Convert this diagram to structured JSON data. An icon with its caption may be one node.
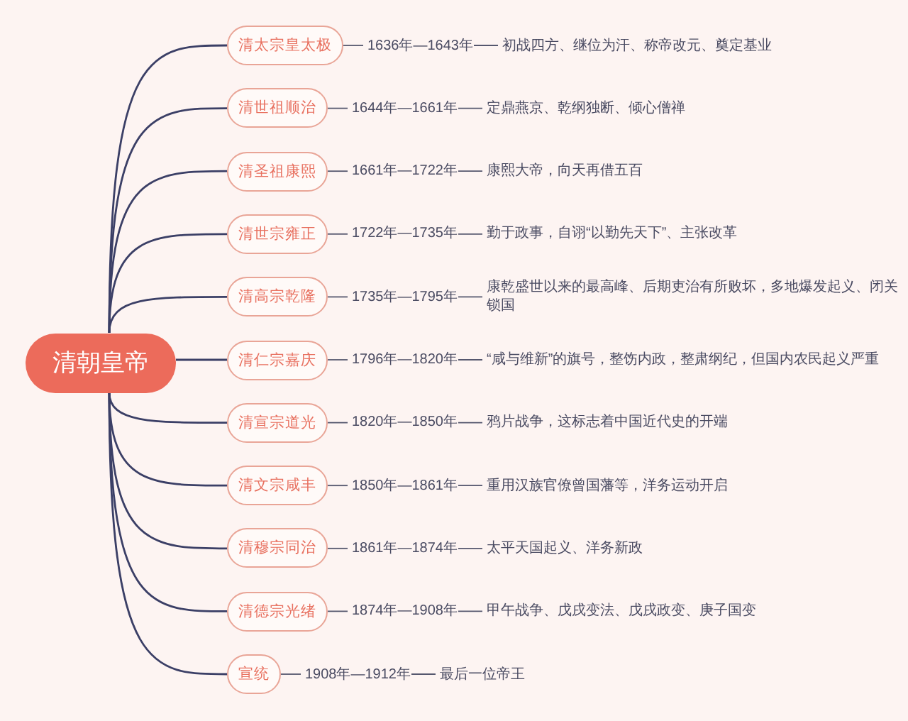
{
  "diagram": {
    "nodes": [
      {
        "text": [
          "清朝皇帝"
        ]
      },
      {
        "text": [
          "清太宗皇太极"
        ]
      },
      {
        "text": [
          "1636年—1643年"
        ]
      },
      {
        "text": [
          "初战四方、继位为汗、称帝改元、奠定基业"
        ]
      },
      {
        "text": [
          "清世祖顺治"
        ]
      },
      {
        "text": [
          "1644年—1661年"
        ]
      },
      {
        "text": [
          "定鼎燕京、乾纲独断、倾心僧禅"
        ]
      },
      {
        "text": [
          "清圣祖康熙"
        ]
      },
      {
        "text": [
          "1661年—1722年"
        ]
      },
      {
        "text": [
          "康熙大帝，向天再借五百"
        ]
      },
      {
        "text": [
          "清世宗雍正"
        ]
      },
      {
        "text": [
          "1722年—1735年"
        ]
      },
      {
        "text": [
          "勤于政事，自诩“以勤先天下”、主张改革"
        ]
      },
      {
        "text": [
          "清高宗乾隆"
        ]
      },
      {
        "text": [
          "1735年—1795年"
        ]
      },
      {
        "text": [
          "康乾盛世以来的最高峰、后期吏治有所败坏，多地爆发起义、闭关锁国"
        ]
      },
      {
        "text": [
          "清仁宗嘉庆"
        ]
      },
      {
        "text": [
          "1796年—1820年"
        ]
      },
      {
        "text": [
          "“咸与维新”的旗号，整饬内政，整肃纲纪，但国内农民起义严重"
        ]
      },
      {
        "text": [
          "清宣宗道光"
        ]
      },
      {
        "text": [
          "1820年—1850年"
        ]
      },
      {
        "text": [
          "鸦片战争，这标志着中国近代史的开端"
        ]
      },
      {
        "text": [
          "清文宗咸丰"
        ]
      },
      {
        "text": [
          "1850年—1861年"
        ]
      },
      {
        "text": [
          "重用汉族官僚曾国藩等，洋务运动开启"
        ]
      },
      {
        "text": [
          "清穆宗同治"
        ]
      },
      {
        "text": [
          "1861年—1874年"
        ]
      },
      {
        "text": [
          "太平天国起义、洋务新政"
        ]
      },
      {
        "text": [
          "清德宗光绪"
        ]
      },
      {
        "text": [
          "1874年—1908年"
        ]
      },
      {
        "text": [
          "甲午战争、戊戌变法、戊戌政变、庚子国变"
        ]
      },
      {
        "text": [
          "宣统"
        ]
      },
      {
        "text": [
          "1908年—1912年"
        ]
      },
      {
        "text": [
          "最后一位帝王"
        ]
      }
    ],
    "edges": [
      {
        "from": 0,
        "to": 1,
        "arrow": "none"
      },
      {
        "from": 1,
        "to": 2,
        "arrow": "none"
      },
      {
        "from": 2,
        "to": 3,
        "arrow": "none"
      },
      {
        "from": 0,
        "to": 4,
        "arrow": "none"
      },
      {
        "from": 4,
        "to": 5,
        "arrow": "none"
      },
      {
        "from": 5,
        "to": 6,
        "arrow": "none"
      },
      {
        "from": 0,
        "to": 7,
        "arrow": "none"
      },
      {
        "from": 7,
        "to": 8,
        "arrow": "none"
      },
      {
        "from": 8,
        "to": 9,
        "arrow": "none"
      },
      {
        "from": 0,
        "to": 10,
        "arrow": "none"
      },
      {
        "from": 10,
        "to": 11,
        "arrow": "none"
      },
      {
        "from": 11,
        "to": 12,
        "arrow": "none"
      },
      {
        "from": 0,
        "to": 13,
        "arrow": "none"
      },
      {
        "from": 13,
        "to": 14,
        "arrow": "none"
      },
      {
        "from": 14,
        "to": 15,
        "arrow": "none"
      },
      {
        "from": 0,
        "to": 16,
        "arrow": "none"
      },
      {
        "from": 16,
        "to": 17,
        "arrow": "none"
      },
      {
        "from": 17,
        "to": 18,
        "arrow": "none"
      },
      {
        "from": 0,
        "to": 19,
        "arrow": "none"
      },
      {
        "from": 19,
        "to": 20,
        "arrow": "none"
      },
      {
        "from": 20,
        "to": 21,
        "arrow": "none"
      },
      {
        "from": 0,
        "to": 22,
        "arrow": "none"
      },
      {
        "from": 22,
        "to": 23,
        "arrow": "none"
      },
      {
        "from": 23,
        "to": 24,
        "arrow": "none"
      },
      {
        "from": 0,
        "to": 25,
        "arrow": "none"
      },
      {
        "from": 25,
        "to": 26,
        "arrow": "none"
      },
      {
        "from": 26,
        "to": 27,
        "arrow": "none"
      },
      {
        "from": 0,
        "to": 28,
        "arrow": "none"
      },
      {
        "from": 28,
        "to": 29,
        "arrow": "none"
      },
      {
        "from": 29,
        "to": 30,
        "arrow": "none"
      },
      {
        "from": 0,
        "to": 31,
        "arrow": "none"
      },
      {
        "from": 31,
        "to": 32,
        "arrow": "none"
      },
      {
        "from": 32,
        "to": 33,
        "arrow": "none"
      }
    ]
  }
}
